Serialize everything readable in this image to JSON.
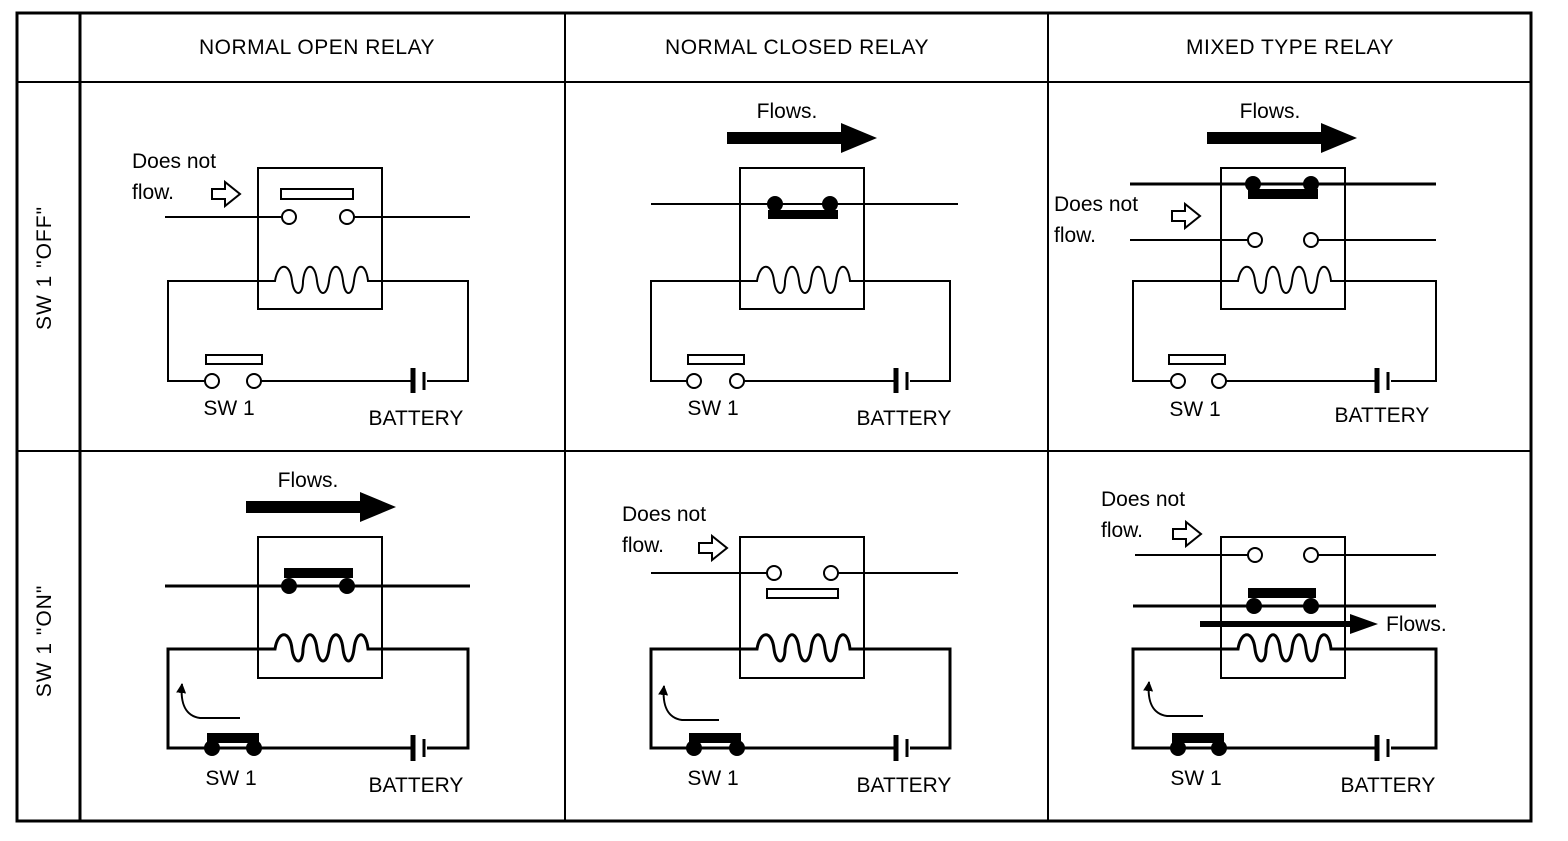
{
  "columns": [
    "NORMAL OPEN RELAY",
    "NORMAL CLOSED RELAY",
    "MIXED TYPE RELAY"
  ],
  "rows": [
    "SW 1 \"OFF\"",
    "SW 1 \"ON\""
  ],
  "labels": {
    "switch": "SW 1",
    "battery": "BATTERY",
    "flows": "Flows.",
    "does_not": "Does not",
    "flow": "flow."
  }
}
